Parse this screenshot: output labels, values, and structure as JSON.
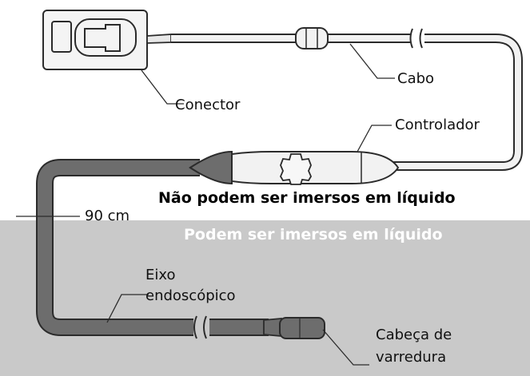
{
  "labels": {
    "connector": "Conector",
    "cable": "Cabo",
    "controller": "Controlador",
    "length": "90 cm",
    "shaft_line1": "Eixo",
    "shaft_line2": "endoscópico",
    "head_line1": "Cabeça de",
    "head_line2": "varredura"
  },
  "zones": {
    "not_immersible": "Não podem ser imersos em líquido",
    "immersible": "Podem ser imersos em líquido"
  },
  "colors": {
    "immersion_band": "#c9c9c9",
    "outline": "#2b2b2b",
    "shaft_fill": "#6d6d6d",
    "immersible_text": "#ffffff",
    "not_immersible_text": "#000000"
  }
}
